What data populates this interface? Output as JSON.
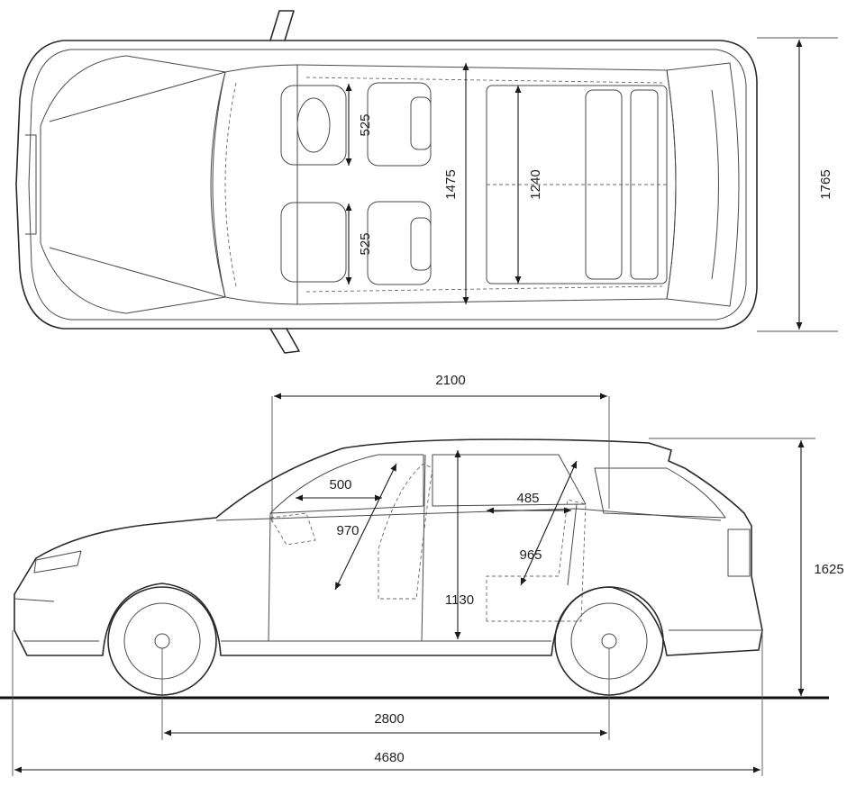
{
  "top_view": {
    "dims": {
      "width": "1765",
      "front_seat_upper": "525",
      "front_seat_lower": "525",
      "interior_width": "1475",
      "rear_seat_width": "1240"
    }
  },
  "side_view": {
    "dims": {
      "interior_length": "2100",
      "height": "1625",
      "front_legroom": "500",
      "front_headroom": "970",
      "rear_legroom": "485",
      "rear_headroom": "965",
      "interior_height": "1130",
      "wheelbase": "2800",
      "overall_length": "4680"
    }
  },
  "colors": {
    "line": "#2a2a2a",
    "background": "#ffffff",
    "ground": "#111111"
  }
}
